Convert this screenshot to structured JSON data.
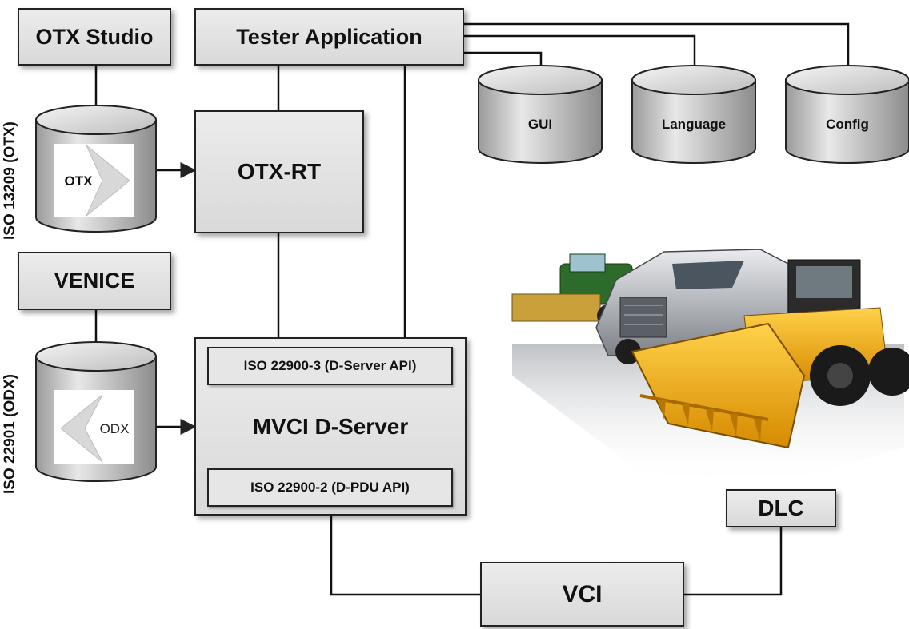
{
  "boxes": {
    "otx_studio": "OTX Studio",
    "tester_application": "Tester Application",
    "otx_rt": "OTX-RT",
    "venice": "VENICE",
    "mvci_d_server": "MVCI D-Server",
    "d_server_api": "ISO 22900-3 (D-Server API)",
    "d_pdu_api": "ISO 22900-2 (D-PDU API)",
    "dlc": "DLC",
    "vci": "VCI"
  },
  "databases": {
    "gui": "GUI",
    "language": "Language",
    "config": "Config",
    "otx_logo": "OTX",
    "odx_logo": "ODX"
  },
  "vertical_labels": {
    "otx_standard": "ISO 13209 (OTX)",
    "odx_standard": "ISO 22901 (ODX)"
  },
  "colors": {
    "box_fill": "#e2e2e2",
    "border": "#222222",
    "loader_yellow": "#f2b000",
    "truck_silver": "#b9bcc2",
    "harvester_green": "#2d6b2a"
  },
  "illustration": "vehicles-image"
}
